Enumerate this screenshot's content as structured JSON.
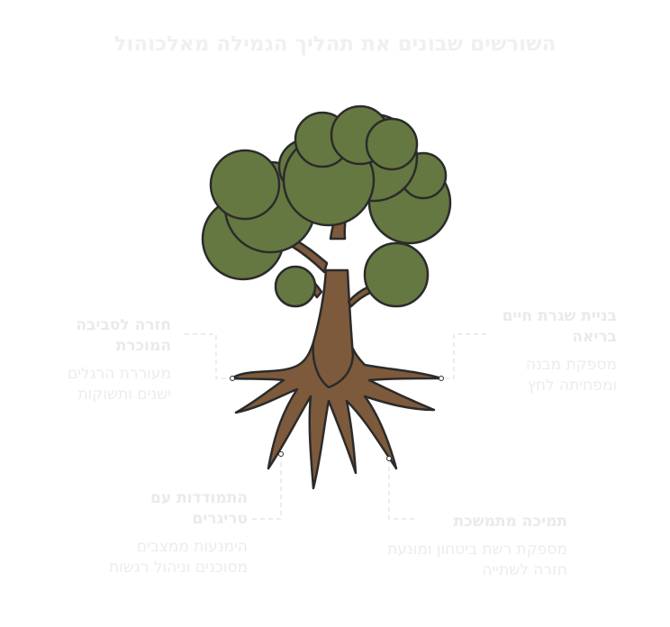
{
  "title": "השורשים שבונים את תהליך הגמילה מאלכוהול",
  "colors": {
    "foliage": "#667841",
    "trunk": "#7d5a3c",
    "outline": "#2b2b2b",
    "text": "#ececec",
    "connector": "#e6e6e6",
    "background": "#ffffff"
  },
  "labels": {
    "relapse": {
      "heading": "חזרה לסביבה המוכרת",
      "description": "מעוררת הרגלים ישנים ותשוקות"
    },
    "healthy_routine": {
      "heading": "בניית שגרת חיים בריאה",
      "description": "מספקת מבנה ומפחיתה לחץ"
    },
    "triggers": {
      "heading": "התמודדות עם טריגרים",
      "description": "הימנעות ממצבים מסוכנים וניהול רגשות"
    },
    "support": {
      "heading": "תמיכה מתמשכת",
      "description": "מספקת רשת ביטחון ומונעת חזרה לשתייה"
    }
  }
}
